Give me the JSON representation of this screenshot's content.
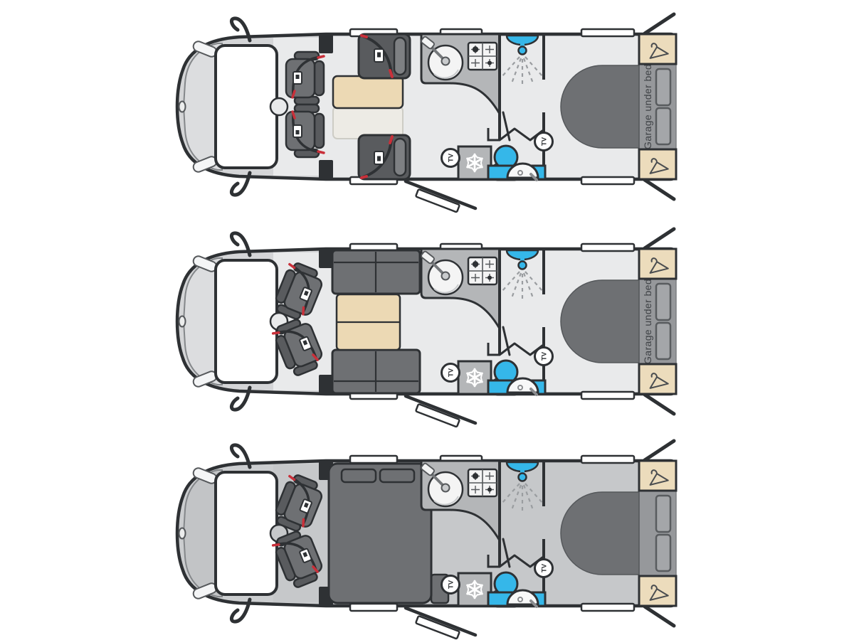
{
  "labels": {
    "garage_under_bed": "Garage under bed",
    "tv_badge": "TV"
  },
  "floorplans": [
    {
      "name": "travel-day-layout",
      "features": [
        "cab-seats-forward",
        "two-belted-travel-seats",
        "half-extended-table",
        "kitchen-sink-hob",
        "shower-room",
        "fridge",
        "toilet-washbasin",
        "rear-french-bed",
        "two-wardrobes",
        "garage-under-bed-label"
      ]
    },
    {
      "name": "lounge-day-layout",
      "features": [
        "cab-seats-swivelled",
        "two-facing-sofas",
        "full-table",
        "kitchen-sink-hob",
        "shower-room",
        "fridge",
        "toilet-washbasin",
        "rear-french-bed",
        "two-wardrobes",
        "garage-under-bed-label"
      ]
    },
    {
      "name": "night-layout",
      "features": [
        "cab-seats-swivelled",
        "made-up-transverse-bed-with-two-pillows",
        "kitchen-sink-hob",
        "shower-room",
        "fridge",
        "toilet-washbasin",
        "rear-french-bed",
        "two-wardrobes"
      ]
    }
  ],
  "icons": {
    "wardrobe": "hanger-icon",
    "fridge": "snowflake-icon",
    "tv": "tv-circle-badge",
    "shower": "shower-head-spray-icon",
    "kitchen_sink": "sink-with-tap-icon",
    "kitchen_hob": "four-burner-hob-icon",
    "toilet": "toilet-icon",
    "washbasin": "basin-icon",
    "seatbelt": "seatbelt-buckle-icon"
  },
  "colors": {
    "outline": "#2e3134",
    "vehicle_shell": "#d4d5d7",
    "floor_day": "#e9eaeb",
    "floor_night": "#c6c8ca",
    "worktop": "#b4b6b8",
    "furniture_dark": "#6e7073",
    "seat_dark": "#595b5e",
    "seat_light": "#7e8083",
    "table_beige": "#ecd9b4",
    "table_cream": "#edebe5",
    "wardrobe_beige": "#ecdcbc",
    "water_blue": "#35b7e9",
    "garage_band": "#96989b",
    "belt_red": "#c9303a",
    "background": "#ffffff"
  }
}
